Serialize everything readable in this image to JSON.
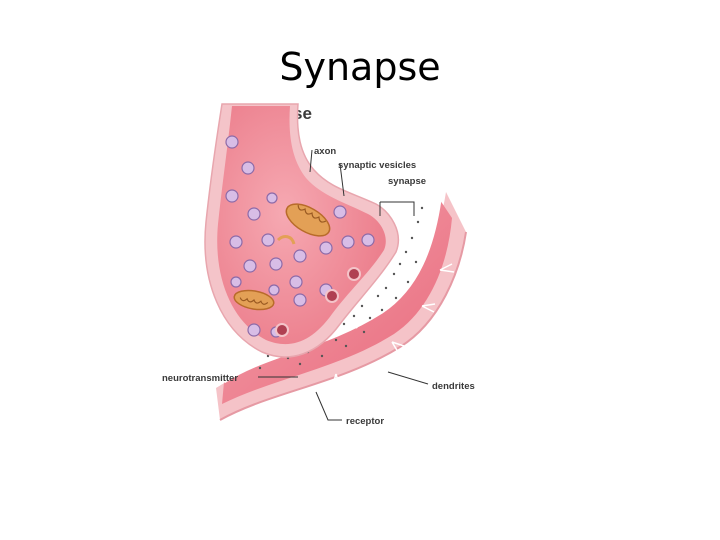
{
  "slide": {
    "title": "Synapse"
  },
  "diagram": {
    "heading": "Synapse",
    "labels": {
      "axon": "axon",
      "synaptic_vesicles": "synaptic vesicles",
      "synapse": "synapse",
      "neurotransmitter": "neurotransmitter",
      "dendrites": "dendrites",
      "receptor": "receptor"
    },
    "colors": {
      "membrane_outer": "#f3b9bf",
      "membrane_inner": "#f7d2d4",
      "cytoplasm": "#ef8a96",
      "dendrite": "#f07d8c",
      "dendrite_core": "#e96376",
      "vesicle": "#d4b7e3",
      "mitochondria": "#e3a056"
    }
  }
}
